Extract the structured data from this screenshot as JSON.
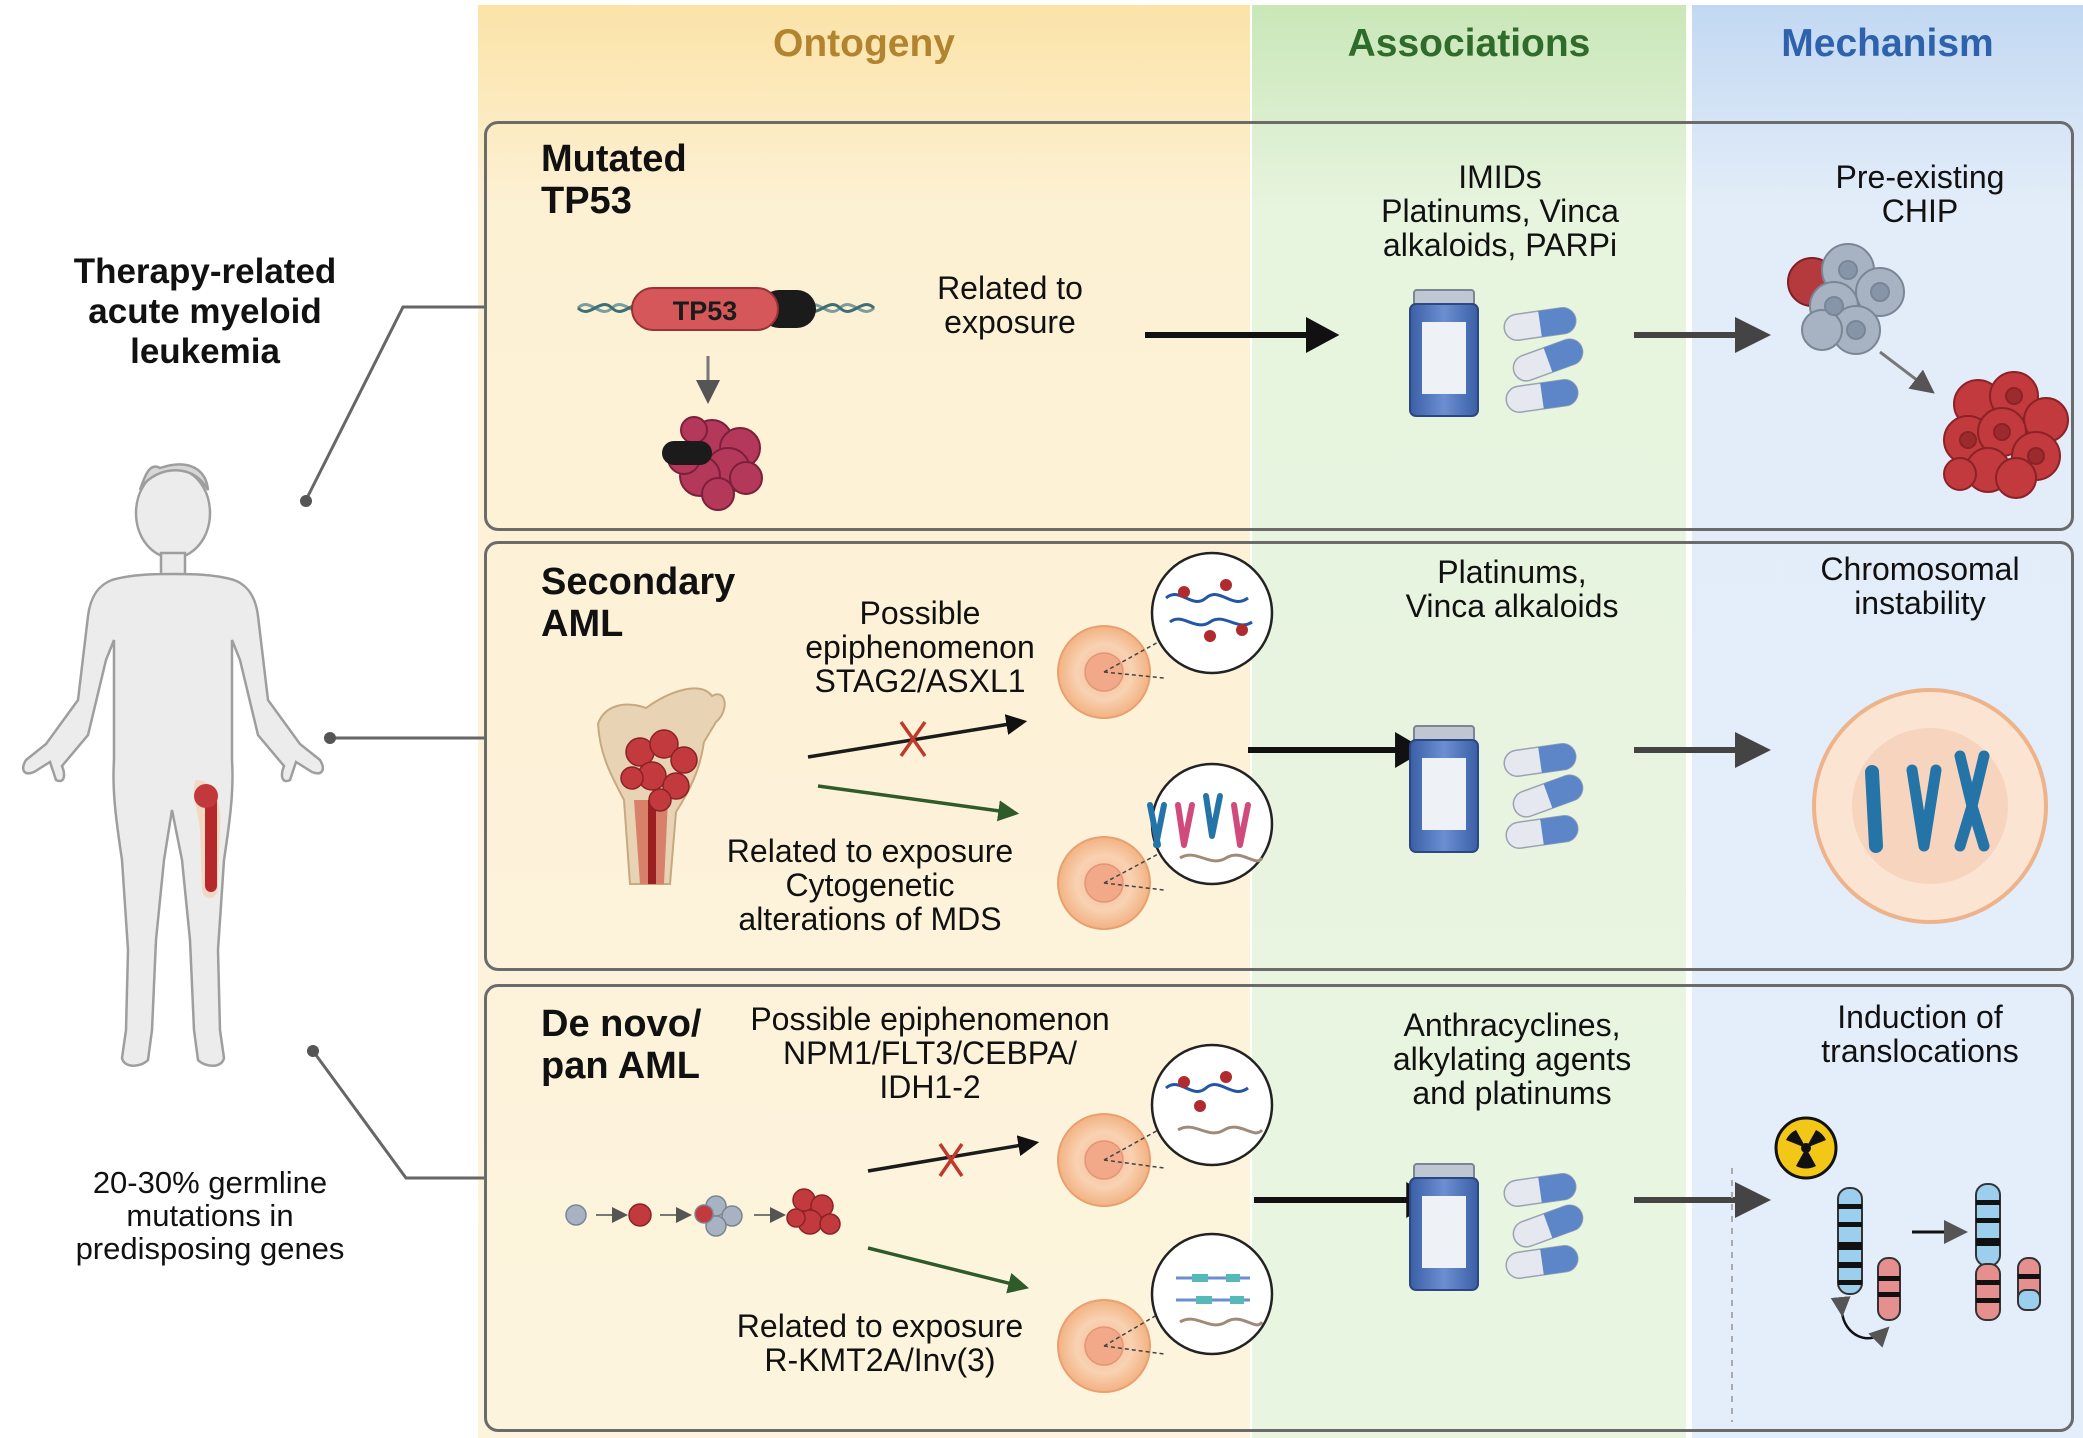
{
  "columns": {
    "ontogeny": {
      "label": "Ontogeny",
      "color": "#b3842f"
    },
    "associations": {
      "label": "Associations",
      "color": "#2f6b2a"
    },
    "mechanism": {
      "label": "Mechanism",
      "color": "#2e62ac"
    }
  },
  "left": {
    "title": "Therapy-related acute myeloid leukemia",
    "title_lines": [
      "Therapy-related",
      "acute myeloid",
      "leukemia"
    ],
    "germline_lines": [
      "20-30% germline",
      "mutations in",
      "predisposing genes"
    ]
  },
  "panels": [
    {
      "title_lines": [
        "Mutated",
        "TP53"
      ],
      "gene_label": "TP53",
      "ontogeny_lines": [
        "Related to",
        "exposure"
      ],
      "association_lines": [
        "IMIDs",
        "Platinums, Vinca",
        "alkaloids, PARPi"
      ],
      "mechanism_lines": [
        "Pre-existing",
        "CHIP"
      ]
    },
    {
      "title_lines": [
        "Secondary",
        "AML"
      ],
      "upper_lines": [
        "Possible",
        "epiphenomenon",
        "STAG2/ASXL1"
      ],
      "lower_lines": [
        "Related to exposure",
        "Cytogenetic",
        "alterations of MDS"
      ],
      "association_lines": [
        "Platinums,",
        "Vinca alkaloids"
      ],
      "mechanism_lines": [
        "Chromosomal",
        "instability"
      ]
    },
    {
      "title_lines": [
        "De novo/",
        "pan AML"
      ],
      "upper_lines": [
        "Possible epiphenomenon",
        "NPM1/FLT3/CEBPA/",
        "IDH1-2"
      ],
      "lower_lines": [
        "Related to exposure",
        "R-KMT2A/Inv(3)"
      ],
      "association_lines": [
        "Anthracyclines,",
        "alkylating agents",
        "and platinums"
      ],
      "mechanism_lines": [
        "Induction of",
        "translocations"
      ]
    }
  ],
  "colors": {
    "tp53_bar": "#d6575a",
    "blast_red": "#c23a3d",
    "chip_gray": "#a7b3c3",
    "pill_blue": "#5d86c9",
    "bottle_blue": "#4a6fb5",
    "chromosome_blue": "#2474a8",
    "cell_orange": "#f4c097",
    "green_arrow": "#2f5a2a",
    "radiation_yellow": "#f3c718"
  }
}
